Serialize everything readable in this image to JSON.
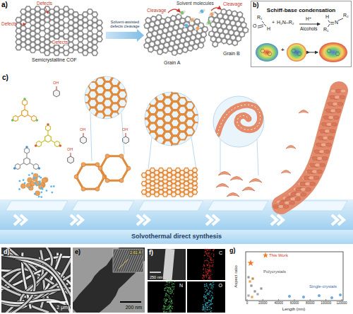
{
  "diagram": {
    "nodes": [
      {
        "text": [
          "Schiff-base condensation"
        ]
      },
      {
        "text": [
          "Solvothermal direct synthesis"
        ]
      },
      {
        "text": [
          "2 μm"
        ]
      },
      {
        "text": [
          "200 nm"
        ]
      },
      {
        "text": [
          "2.61 Å"
        ],
        "in": 3
      },
      {
        "text": [
          "250 nm"
        ]
      },
      {
        "text": [
          "C"
        ]
      },
      {
        "text": [
          "N"
        ]
      },
      {
        "text": [
          "O"
        ]
      }
    ],
    "labels": [
      "a)",
      "Defects",
      "Defects",
      "Defects",
      "Semicrystalline COF",
      "Solvent-assisted defects cleavage",
      "Solvent molecules",
      "Cleavage",
      "Cleavage",
      "Grain A",
      "Grain B",
      "b)",
      "R₁",
      "O",
      "H",
      "+",
      "H₂N–R₂",
      "H⁺",
      "Alcohols",
      "H",
      "N",
      "R₂",
      "R₁",
      "+",
      "c)",
      "OH",
      "OH",
      "OH",
      "OH",
      "d)",
      "e)",
      "f)",
      "g)",
      "Aspect ratio",
      "Length (nm)",
      "Polycrystals",
      "Single-crystals",
      "0",
      "20000",
      "40000",
      "60000",
      "80000",
      "100000",
      "120000"
    ],
    "legend": [
      {
        "text": "This Work"
      }
    ]
  }
}
